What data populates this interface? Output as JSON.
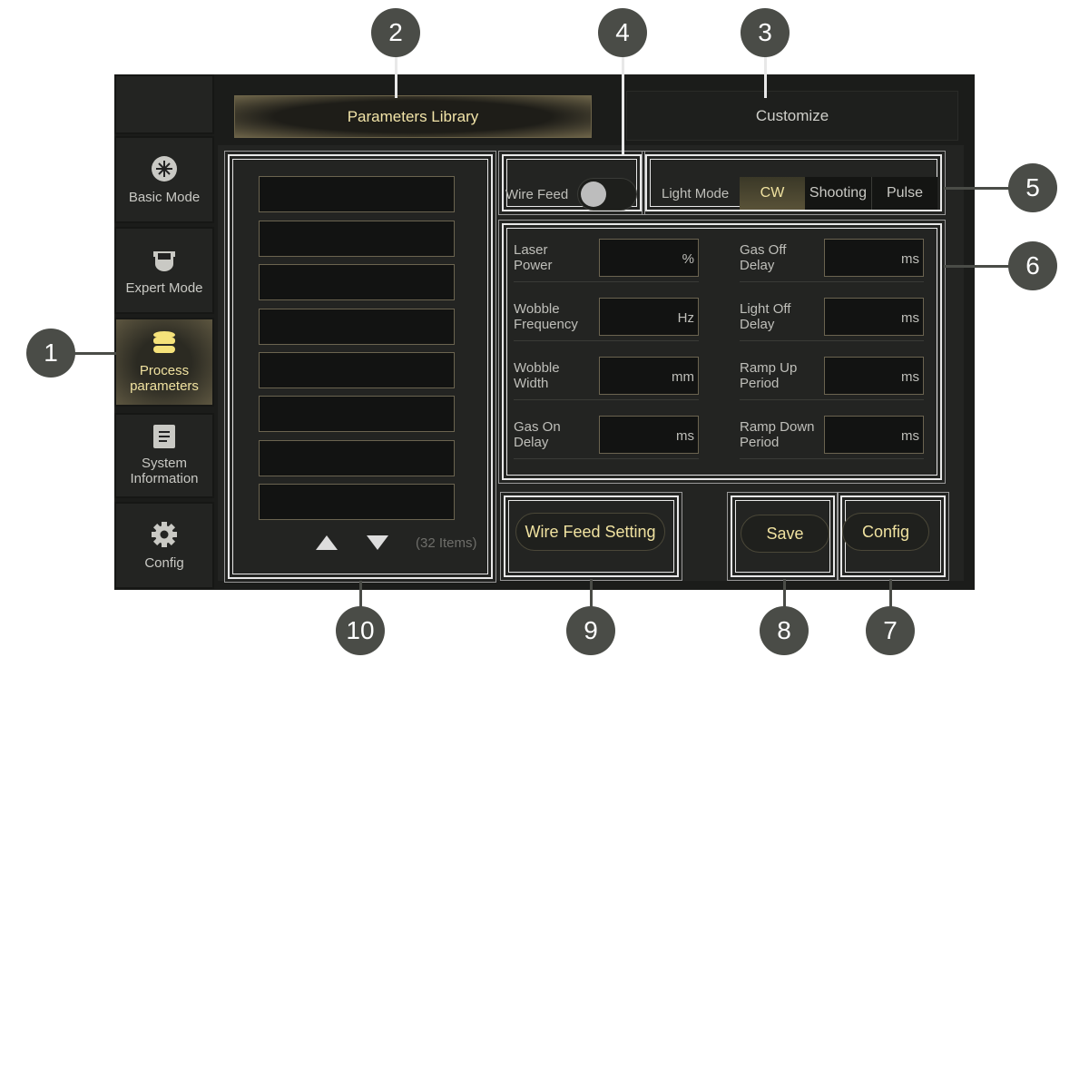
{
  "sidebar": {
    "items": [
      {
        "label": "Basic Mode",
        "icon": "laser-icon"
      },
      {
        "label": "Expert Mode",
        "icon": "welding-mask-icon"
      },
      {
        "label": "Process parameters",
        "icon": "database-icon",
        "active": true
      },
      {
        "label": "System Information",
        "icon": "document-icon"
      },
      {
        "label": "Config",
        "icon": "gear-icon"
      }
    ]
  },
  "tabs": {
    "library": "Parameters Library",
    "customize": "Customize"
  },
  "list": {
    "count_label": "(32 Items)",
    "rows": 8
  },
  "wire_feed": {
    "label": "Wire Feed",
    "enabled": false
  },
  "light_mode": {
    "label": "Light Mode",
    "options": [
      "CW",
      "Shooting",
      "Pulse"
    ],
    "selected": "CW"
  },
  "params": {
    "left": [
      {
        "label1": "Laser",
        "label2": "Power",
        "unit": "%"
      },
      {
        "label1": "Wobble",
        "label2": "Frequency",
        "unit": "Hz"
      },
      {
        "label1": "Wobble",
        "label2": "Width",
        "unit": "mm"
      },
      {
        "label1": "Gas On",
        "label2": "Delay",
        "unit": "ms"
      }
    ],
    "right": [
      {
        "label1": "Gas Off",
        "label2": "Delay",
        "unit": "ms"
      },
      {
        "label1": "Light Off",
        "label2": "Delay",
        "unit": "ms"
      },
      {
        "label1": "Ramp Up",
        "label2": "Period",
        "unit": "ms"
      },
      {
        "label1": "Ramp Down",
        "label2": "Period",
        "unit": "ms"
      }
    ]
  },
  "buttons": {
    "wire_feed_setting": "Wire Feed Setting",
    "save": "Save",
    "config": "Config"
  },
  "callouts": [
    "1",
    "2",
    "3",
    "4",
    "5",
    "6",
    "7",
    "8",
    "9",
    "10"
  ],
  "colors": {
    "accent": "#f0e2a0",
    "background": "#1b1c1a",
    "callout": "#4a4c47"
  }
}
